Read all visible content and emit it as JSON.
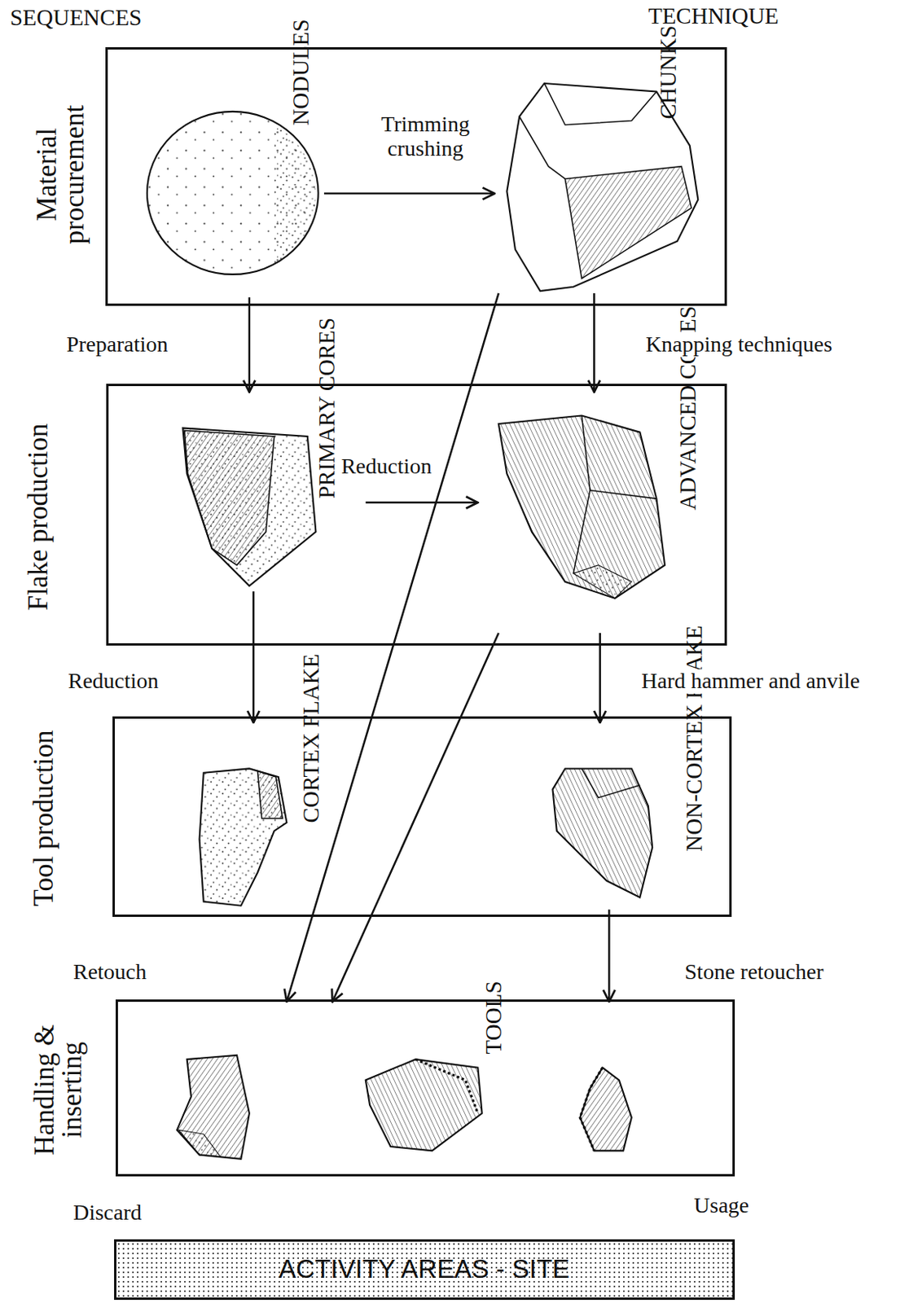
{
  "diagram": {
    "nodes": [
      {
        "text": [
          "Material procurement"
        ]
      },
      {
        "text": [
          "NODULES"
        ],
        "in": 0
      },
      {
        "text": [
          "CHUNKS"
        ],
        "in": 0
      },
      {
        "text": [
          "Flake production"
        ]
      },
      {
        "text": [
          "PRIMARY CORES"
        ],
        "in": 3
      },
      {
        "text": [
          "ADVANCED CORES"
        ],
        "in": 3
      },
      {
        "text": [
          "Tool production"
        ]
      },
      {
        "text": [
          "CORTEX FLAKE"
        ],
        "in": 6
      },
      {
        "text": [
          "NON-CORTEX FLAKE"
        ],
        "in": 6
      },
      {
        "text": [
          "Handling & inserting"
        ]
      },
      {
        "text": [
          "TOOLS"
        ],
        "in": 9
      },
      {
        "text": [
          "ACTIVITY AREAS - SITE"
        ]
      }
    ],
    "edges": [
      {
        "from": 1,
        "to": 2,
        "label": "Trimming crushing",
        "arrow": "to"
      },
      {
        "from": 1,
        "to": 4,
        "label": "Preparation",
        "arrow": "to"
      },
      {
        "from": 2,
        "to": 5,
        "label": "Knapping techniques",
        "arrow": "to"
      },
      {
        "from": 4,
        "to": 5,
        "label": "Reduction",
        "arrow": "to"
      },
      {
        "from": 4,
        "to": 7,
        "label": "Reduction",
        "arrow": "to"
      },
      {
        "from": 5,
        "to": 8,
        "label": "Hard hammer and anvile",
        "arrow": "to"
      },
      {
        "from": 8,
        "to": 10,
        "label": "Stone retoucher",
        "arrow": "to"
      },
      {
        "from": 2,
        "to": 10,
        "arrow": "to"
      },
      {
        "from": 5,
        "to": 10,
        "arrow": "to"
      }
    ],
    "labels": [
      "SEQUENCES",
      "TECHNIQUE",
      "Retouch",
      "Discard",
      "Usage"
    ]
  }
}
